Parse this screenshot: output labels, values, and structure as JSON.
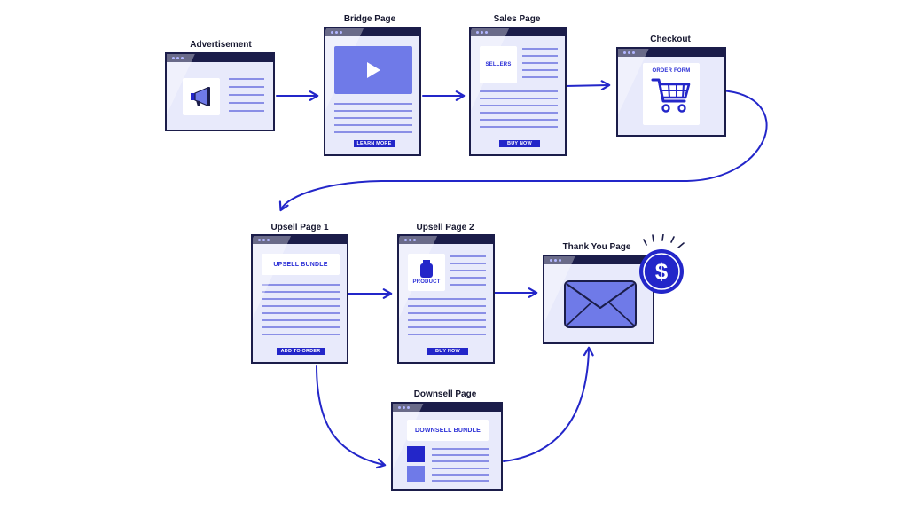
{
  "pages": {
    "advertisement": {
      "title": "Advertisement"
    },
    "bridge": {
      "title": "Bridge Page",
      "button": "LEARN MORE"
    },
    "sales": {
      "title": "Sales Page",
      "card": "SELLERS",
      "button": "BUY NOW"
    },
    "checkout": {
      "title": "Checkout",
      "card": "ORDER FORM"
    },
    "upsell1": {
      "title": "Upsell Page 1",
      "card": "UPSELL BUNDLE",
      "button": "ADD TO ORDER"
    },
    "upsell2": {
      "title": "Upsell Page 2",
      "card": "PRODUCT",
      "button": "BUY NOW"
    },
    "thankyou": {
      "title": "Thank You Page",
      "badge": "$"
    },
    "downsell": {
      "title": "Downsell Page",
      "card": "DOWNSELL BUNDLE"
    }
  },
  "icons": {
    "advertisement": "megaphone-icon",
    "bridge": "play-icon",
    "checkout": "shopping-cart-icon",
    "upsell2": "product-jar-icon",
    "thankyou": "envelope-icon",
    "thankyou_badge": "dollar-coin-icon"
  },
  "colors": {
    "dark_navy": "#1b1d4a",
    "brand_blue": "#2326c9",
    "mid_blue": "#6f7ae8",
    "light_panel": "#e8eafb",
    "line": "#8a8fe6"
  }
}
